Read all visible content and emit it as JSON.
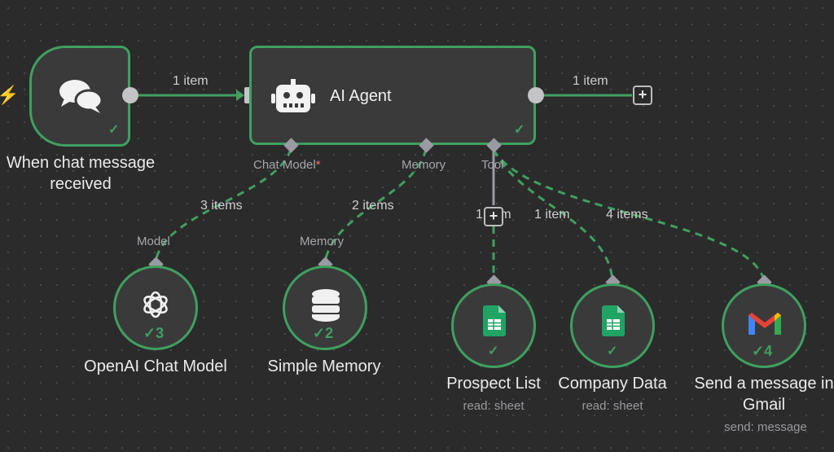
{
  "trigger": {
    "label": "When chat message received",
    "status": "success"
  },
  "agent": {
    "label": "AI Agent",
    "status": "success"
  },
  "ports": {
    "chat_model": "Chat Model",
    "chat_model_required": "*",
    "memory": "Memory",
    "tool": "Tool"
  },
  "edges": {
    "trigger_to_agent": "1 item",
    "agent_output": "1 item",
    "model": "3 items",
    "memory": "2 items",
    "tool_prospect": "1 item",
    "tool_company": "1 item",
    "tool_gmail": "4 items"
  },
  "subnodes": [
    {
      "name": "OpenAI Chat Model",
      "port_label": "Model",
      "runs": "3",
      "icon": "openai-icon"
    },
    {
      "name": "Simple Memory",
      "port_label": "Memory",
      "runs": "2",
      "icon": "database-icon"
    },
    {
      "name": "Prospect List",
      "subtitle": "read: sheet",
      "runs": "",
      "icon": "google-sheets-icon"
    },
    {
      "name": "Company Data",
      "subtitle": "read: sheet",
      "runs": "",
      "icon": "google-sheets-icon"
    },
    {
      "name": "Send a message in Gmail",
      "subtitle": "send: message",
      "runs": "4",
      "icon": "gmail-icon"
    }
  ],
  "colors": {
    "success": "#3fa05e",
    "node_bg": "#3a3a3b",
    "canvas": "#2b2b2c",
    "required": "#ff6d5a"
  }
}
